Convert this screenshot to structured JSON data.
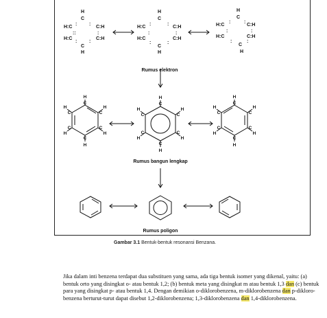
{
  "figure": {
    "label_electron": "Rumus elektron",
    "label_structure": "Rumus bangun lengkap",
    "label_polygon": "Rumus poligon",
    "atom_H": "H",
    "atom_C": "C",
    "atom_HC": "H:C",
    "atom_CH": "C:H",
    "caption_label": "Gambar 3.1",
    "caption_text": "Bentuk-bentuk resonansi Benzana."
  },
  "paragraph": {
    "line1": "Jika dalam inti benzena terdapat dua substituen yang sama, ada tiga bentuk isomer yang dikenal, yaitu: (a)",
    "line2_a": "bentuk orto yang disingkat o- atau bentuk 1,2; (b) bentuk meta yang disingkat m atau bentuk 1,3 ",
    "line2_hl": "dan",
    "line2_b": " (c) bentuk",
    "line3": "para yang disingkat p- atau bentuk 1,4. Dengan demikian o-diklorobenzena, m-diklorobenzena ",
    "line3_hl": "dan",
    "line3_b": " p-dikloro-",
    "line4_a": "benzena berturut-turut dapat disebut 1,2-diklorobenzena; 1,3-diklorobenzena ",
    "line4_hl": "dan",
    "line4_b": " 1,4-diklorobenzena."
  },
  "colors": {
    "ink": "#1a1a1a",
    "highlight": "#f4e768"
  }
}
